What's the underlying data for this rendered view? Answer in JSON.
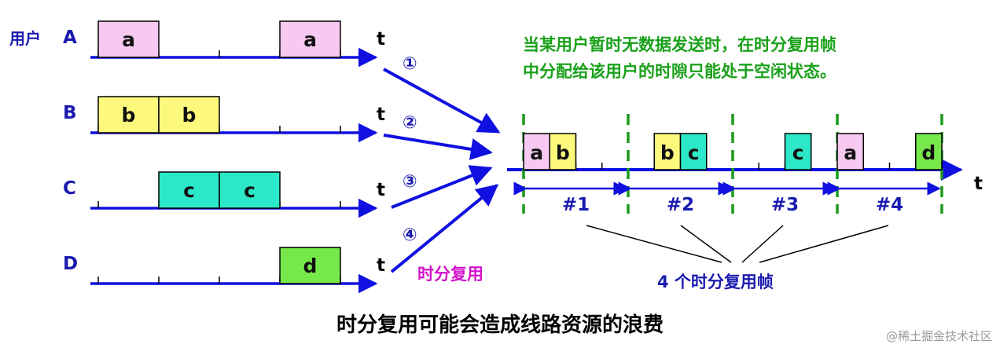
{
  "user_label": "用户",
  "t_label": "t",
  "rows": [
    {
      "id": "A",
      "slots": [
        {
          "start": 0,
          "end": 1,
          "letter": "a"
        },
        {
          "start": 3,
          "end": 4,
          "letter": "a"
        }
      ],
      "fill": "#f7c8f0"
    },
    {
      "id": "B",
      "slots": [
        {
          "start": 0,
          "end": 1,
          "letter": "b"
        },
        {
          "start": 1,
          "end": 2,
          "letter": "b"
        }
      ],
      "fill": "#fcf97c"
    },
    {
      "id": "C",
      "slots": [
        {
          "start": 1,
          "end": 2,
          "letter": "c"
        },
        {
          "start": 2,
          "end": 3,
          "letter": "c"
        }
      ],
      "fill": "#2ce8c8"
    },
    {
      "id": "D",
      "slots": [
        {
          "start": 3,
          "end": 4,
          "letter": "d"
        }
      ],
      "fill": "#77e84a"
    }
  ],
  "circled": [
    "①",
    "②",
    "③",
    "④"
  ],
  "note_lines": [
    "当某用户暂时无数据发送时，在时分复用帧",
    "中分配给该用户的时隙只能处于空闲状态。"
  ],
  "tdm_label": "时分复用",
  "frames": [
    {
      "label": "#1",
      "slots": [
        "a",
        "b",
        "",
        ""
      ]
    },
    {
      "label": "#2",
      "slots": [
        "",
        "b",
        "c",
        ""
      ]
    },
    {
      "label": "#3",
      "slots": [
        "",
        "",
        "c",
        ""
      ]
    },
    {
      "label": "#4",
      "slots": [
        "a",
        "",
        "",
        "d"
      ]
    }
  ],
  "frames_label": "4 个时分复用帧",
  "title": "时分复用可能会造成线路资源的浪费",
  "watermark": "@稀土掘金技术社区",
  "colors": {
    "axis": "#1010e0",
    "dash": "#1a9a1a",
    "a": "#f7c8f0",
    "b": "#fcf97c",
    "c": "#2ce8c8",
    "d": "#77e84a"
  }
}
